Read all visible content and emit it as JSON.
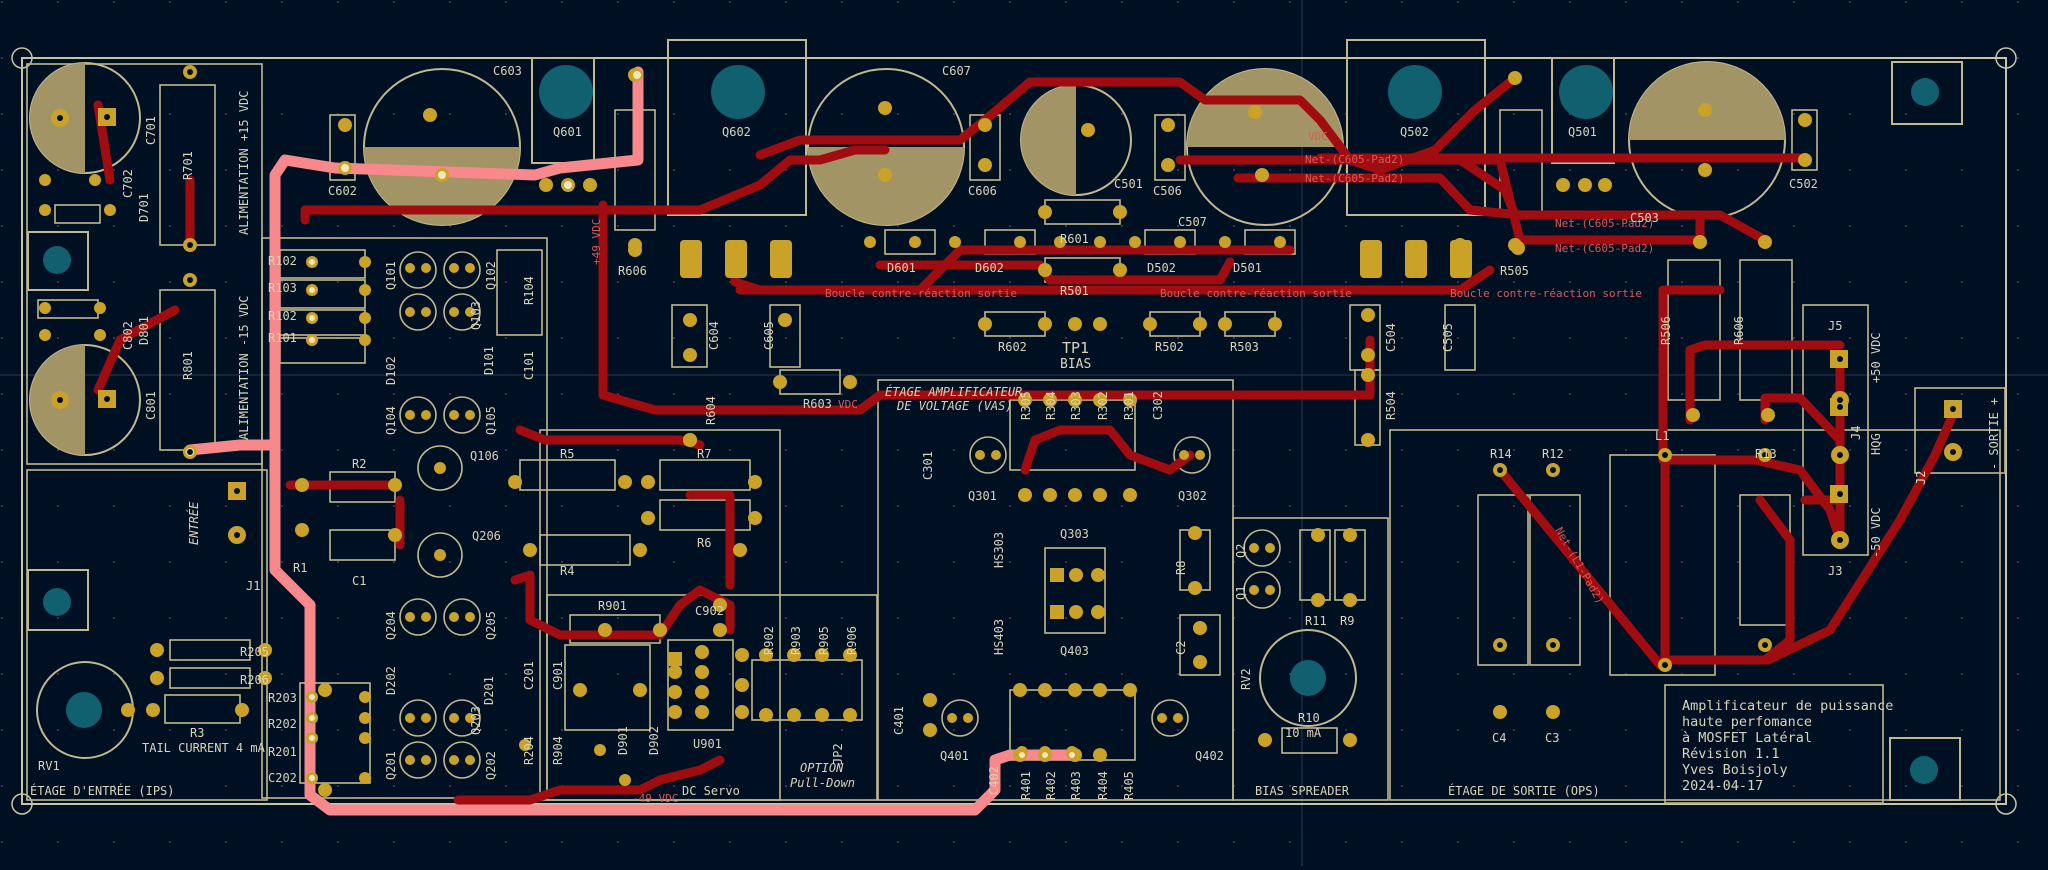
{
  "board": {
    "colors": {
      "background": "#001023",
      "trace": "#a10c10",
      "selected_trace": "#f7888b",
      "silkscreen": "#c2b78e",
      "pad": "#c9a227",
      "hole": "#106070",
      "copper_fill": "#a39466"
    },
    "title_block": [
      "Amplificateur de puissance",
      "haute perfomance",
      "à MOSFET Latéral",
      "Révision 1.1",
      "Yves Boisjoly",
      "2024-04-17"
    ]
  },
  "sections": {
    "ips": "ÉTAGE D'ENTRÉE (IPS)",
    "vas1": "ÉTAGE AMPLIFICATEUR",
    "vas2": "DE VOLTAGE (VAS)",
    "bias": "BIAS SPREADER",
    "ops": "ÉTAGE DE SORTIE (OPS)",
    "dc_servo": "DC Servo",
    "option1": "OPTION",
    "option2": "Pull-Down",
    "tail": "TAIL CURRENT 4 mA",
    "ma10": "10 mA",
    "alim_pos": "ALIMENTATION +15 VDC",
    "alim_neg": "ALIMENTATION -15 VDC"
  },
  "nets": {
    "boucle": "Boucle contre-réaction sortie",
    "c605a": "Net-(C605-Pad2)",
    "c605b": "Net-(C605-Pad2)",
    "c605c": "Net-(C605-Pad2)",
    "c605d": "Net-(C605-Pad2)",
    "l1": "Net-(L1-Pad2)",
    "p49": "+49 VDC",
    "m49": "-49 VDC",
    "vdc": "VDC"
  },
  "connectors": {
    "entree": "ENTRÉE",
    "sortie": "- SORTIE +",
    "hqg": "HQG",
    "p50": "+50 VDC",
    "m50": "-50 VDC",
    "tp1": "TP1",
    "bias": "BIAS"
  },
  "labels": {
    "j1": "J1",
    "j2": "J2",
    "j3": "J3",
    "j4": "J4",
    "j5": "J5",
    "c603": "C603",
    "c607": "C607",
    "c602": "C602",
    "c606": "C606",
    "c501": "C501",
    "c506": "C506",
    "c507": "C507",
    "c503": "C503",
    "c502": "C502",
    "q601": "Q601",
    "q602": "Q602",
    "q502": "Q502",
    "q501": "Q501",
    "r606": "R606",
    "r601": "R601",
    "r501": "R501",
    "r505": "R505",
    "r506": "R506",
    "r606b": "R606",
    "d601": "D601",
    "d602": "D602",
    "d502": "D502",
    "d501": "D501",
    "r602": "R602",
    "r502": "R502",
    "r503": "R503",
    "c504": "C504",
    "c505": "C505",
    "r504": "R504",
    "c604": "C604",
    "c605": "C605",
    "r604": "R604",
    "r603": "R603",
    "r701": "R701",
    "c701": "C701",
    "c702": "C702",
    "d701": "D701",
    "r801": "R801",
    "d801": "D801",
    "c802": "C802",
    "c801": "C801",
    "q101": "Q101",
    "q102": "Q102",
    "q103": "Q103",
    "q104": "Q104",
    "q105": "Q105",
    "q106": "Q106",
    "r102": "R102",
    "r103": "R103",
    "r101": "R101",
    "r104": "R104",
    "d101": "D101",
    "d102": "D102",
    "c101": "C101",
    "r2": "R2",
    "r1": "R1",
    "c1": "C1",
    "r5": "R5",
    "r7": "R7",
    "r6": "R6",
    "r4": "R4",
    "q206": "Q206",
    "q204": "Q204",
    "q205": "Q205",
    "q203": "Q203",
    "q201": "Q201",
    "q202": "Q202",
    "d202": "D202",
    "d201": "D201",
    "c201": "C201",
    "r204": "R204",
    "r205": "R205",
    "r206": "R206",
    "r3": "R3",
    "rv1": "RV1",
    "r203": "R203",
    "r202": "R202",
    "r201": "R201",
    "c202": "C202",
    "r901": "R901",
    "c902": "C902",
    "c901": "C901",
    "u901": "U901",
    "r904": "R904",
    "d901": "D901",
    "d902": "D902",
    "jp2": "JP2",
    "r902": "R902",
    "r903": "R903",
    "r905": "R905",
    "r906": "R906",
    "r305": "R305",
    "r304": "R304",
    "r303": "R303",
    "r302": "R302",
    "r301": "R301",
    "c302": "C302",
    "c301": "C301",
    "q301": "Q301",
    "q302": "Q302",
    "q303": "Q303",
    "hs303": "HS303",
    "hs403": "HS403",
    "q403": "Q403",
    "r8": "R8",
    "c2": "C2",
    "c401": "C401",
    "q401": "Q401",
    "c402": "C402",
    "r401": "R401",
    "r402": "R402",
    "r403": "R403",
    "r404": "R404",
    "r405": "R405",
    "q402": "Q402",
    "q2": "Q2",
    "q1": "Q1",
    "r11": "R11",
    "r9": "R9",
    "rv2": "RV2",
    "r10": "R10",
    "r14": "R14",
    "r12": "R12",
    "r13": "R13",
    "l1": "L1",
    "c4": "C4",
    "c3": "C3"
  }
}
